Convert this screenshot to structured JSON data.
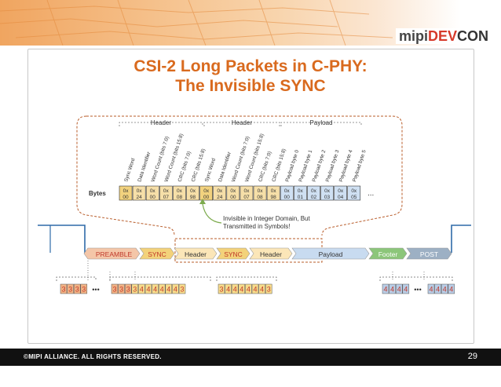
{
  "logo": {
    "part1": "mipi",
    "part2": "DEV",
    "part3": "CON"
  },
  "title": {
    "line1": "CSI-2 Long Packets in C-PHY:",
    "line2": "The Invisible SYNC"
  },
  "top_section_labels": [
    "Header",
    "Header",
    "Payload"
  ],
  "field_labels": [
    "Sync Word",
    "Data Identifier",
    "Word Count (bits 7:0)",
    "Word Count (bits 15:8)",
    "CRC (bits 7:0)",
    "CRC (bits 15:8)",
    "Sync Word",
    "Data Identifier",
    "Word Count (bits 7:0)",
    "Word Count (bits 15:8)",
    "CRC (bits 7:0)",
    "CRC (bits 15:8)",
    "Payload byte 0",
    "Payload byte 1",
    "Payload byte 2",
    "Payload byte 3",
    "Payload byte 4",
    "Payload byte 5"
  ],
  "bytes_label": "Bytes",
  "bytes": [
    {
      "top": "0x",
      "bot": "00",
      "color": "#f2d27e"
    },
    {
      "top": "0x",
      "bot": "24",
      "color": "#f6dfa8"
    },
    {
      "top": "0x",
      "bot": "00",
      "color": "#f6dfa8"
    },
    {
      "top": "0x",
      "bot": "07",
      "color": "#f6dfa8"
    },
    {
      "top": "0x",
      "bot": "08",
      "color": "#f6dfa8"
    },
    {
      "top": "0x",
      "bot": "98",
      "color": "#f6dfa8"
    },
    {
      "top": "0x",
      "bot": "00",
      "color": "#f2d27e"
    },
    {
      "top": "0x",
      "bot": "24",
      "color": "#f6dfa8"
    },
    {
      "top": "0x",
      "bot": "00",
      "color": "#f6dfa8"
    },
    {
      "top": "0x",
      "bot": "07",
      "color": "#f6dfa8"
    },
    {
      "top": "0x",
      "bot": "08",
      "color": "#f6dfa8"
    },
    {
      "top": "0x",
      "bot": "98",
      "color": "#f6dfa8"
    },
    {
      "top": "0x",
      "bot": "00",
      "color": "#cfe0f2"
    },
    {
      "top": "0x",
      "bot": "01",
      "color": "#cfe0f2"
    },
    {
      "top": "0x",
      "bot": "02",
      "color": "#cfe0f2"
    },
    {
      "top": "0x",
      "bot": "03",
      "color": "#cfe0f2"
    },
    {
      "top": "0x",
      "bot": "04",
      "color": "#cfe0f2"
    },
    {
      "top": "0x",
      "bot": "05",
      "color": "#cfe0f2"
    }
  ],
  "bytes_ellipsis": "...",
  "annotation": {
    "line1": "Invisible in Integer Domain, But",
    "line2": "Transmitted in Symbols!"
  },
  "segments": [
    {
      "label": "PREAMBLE",
      "fill": "#f4c6a8",
      "text": "#c0392b"
    },
    {
      "label": "SYNC",
      "fill": "#f3d27a",
      "text": "#c0392b"
    },
    {
      "label": "Header",
      "fill": "#fbe6b8",
      "text": "#333333"
    },
    {
      "label": "SYNC",
      "fill": "#f3d27a",
      "text": "#c0392b"
    },
    {
      "label": "Header",
      "fill": "#fbe6b8",
      "text": "#333333"
    },
    {
      "label": "Payload",
      "fill": "#c8dbf0",
      "text": "#333333"
    },
    {
      "label": "Footer",
      "fill": "#8cc67a",
      "text": "#ffffff"
    },
    {
      "label": "POST",
      "fill": "#9db0c4",
      "text": "#ffffff"
    }
  ],
  "symbols": {
    "group1": [
      "3",
      "3",
      "3",
      "3"
    ],
    "group2": [
      "3",
      "3",
      "3",
      "3",
      "4",
      "4",
      "4",
      "4",
      "4",
      "4",
      "3"
    ],
    "group3": [
      "3",
      "4",
      "4",
      "4",
      "4",
      "4",
      "4",
      "3"
    ],
    "group4": [
      "4",
      "4",
      "4",
      "4"
    ],
    "group5": [
      "4",
      "4",
      "4",
      "4"
    ],
    "ellipsis": "•••"
  },
  "colors": {
    "orange_sym": "#f2b486",
    "yellow_sym": "#f7dc8c",
    "blue_sym": "#b9cde6",
    "signal": "#2f6aa8",
    "dash": "#b85c2a"
  },
  "footer": {
    "copyright": "©MIPI ALLIANCE. ALL RIGHTS RESERVED.",
    "page": "29"
  }
}
